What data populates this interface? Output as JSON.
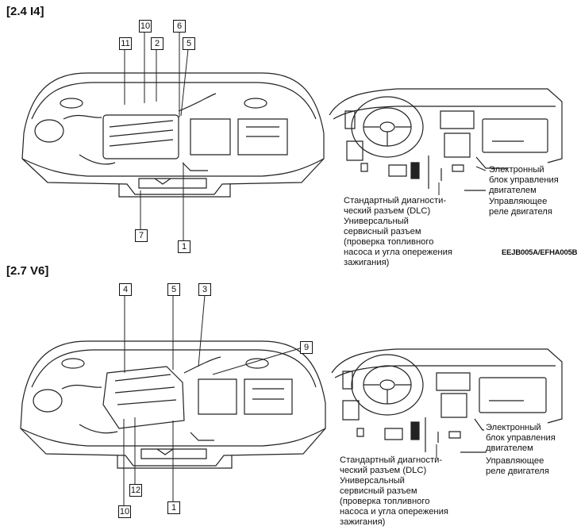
{
  "sections": [
    {
      "title": "[2.4  I4]",
      "callouts": [
        "11",
        "10",
        "2",
        "6",
        "5",
        "7",
        "1"
      ],
      "dash_captions": {
        "dlc": "Стандартный диагности-\nческий разъем (DLC)\nУниверсальный\nсервисный разъем\n(проверка топливного\nнасоса и угла опережения\nзажигания)",
        "ecu": "Электронный\nблок управления\nдвигателем",
        "relay": "Управляющее\nреле двигателя"
      },
      "figure_code": "EEJB005A/EFHA005B"
    },
    {
      "title": "[2.7  V6]",
      "callouts": [
        "4",
        "5",
        "3",
        "9",
        "12",
        "10",
        "1"
      ],
      "dash_captions": {
        "dlc": "Стандартный диагности-\nческий разъем (DLC)\nУниверсальный\nсервисный разъем\n(проверка топливного\nнасоса и угла опережения\nзажигания)",
        "ecu": "Электронный\nблок управления\nдвигателем",
        "relay": "Управляющее\nреле двигателя"
      }
    }
  ]
}
